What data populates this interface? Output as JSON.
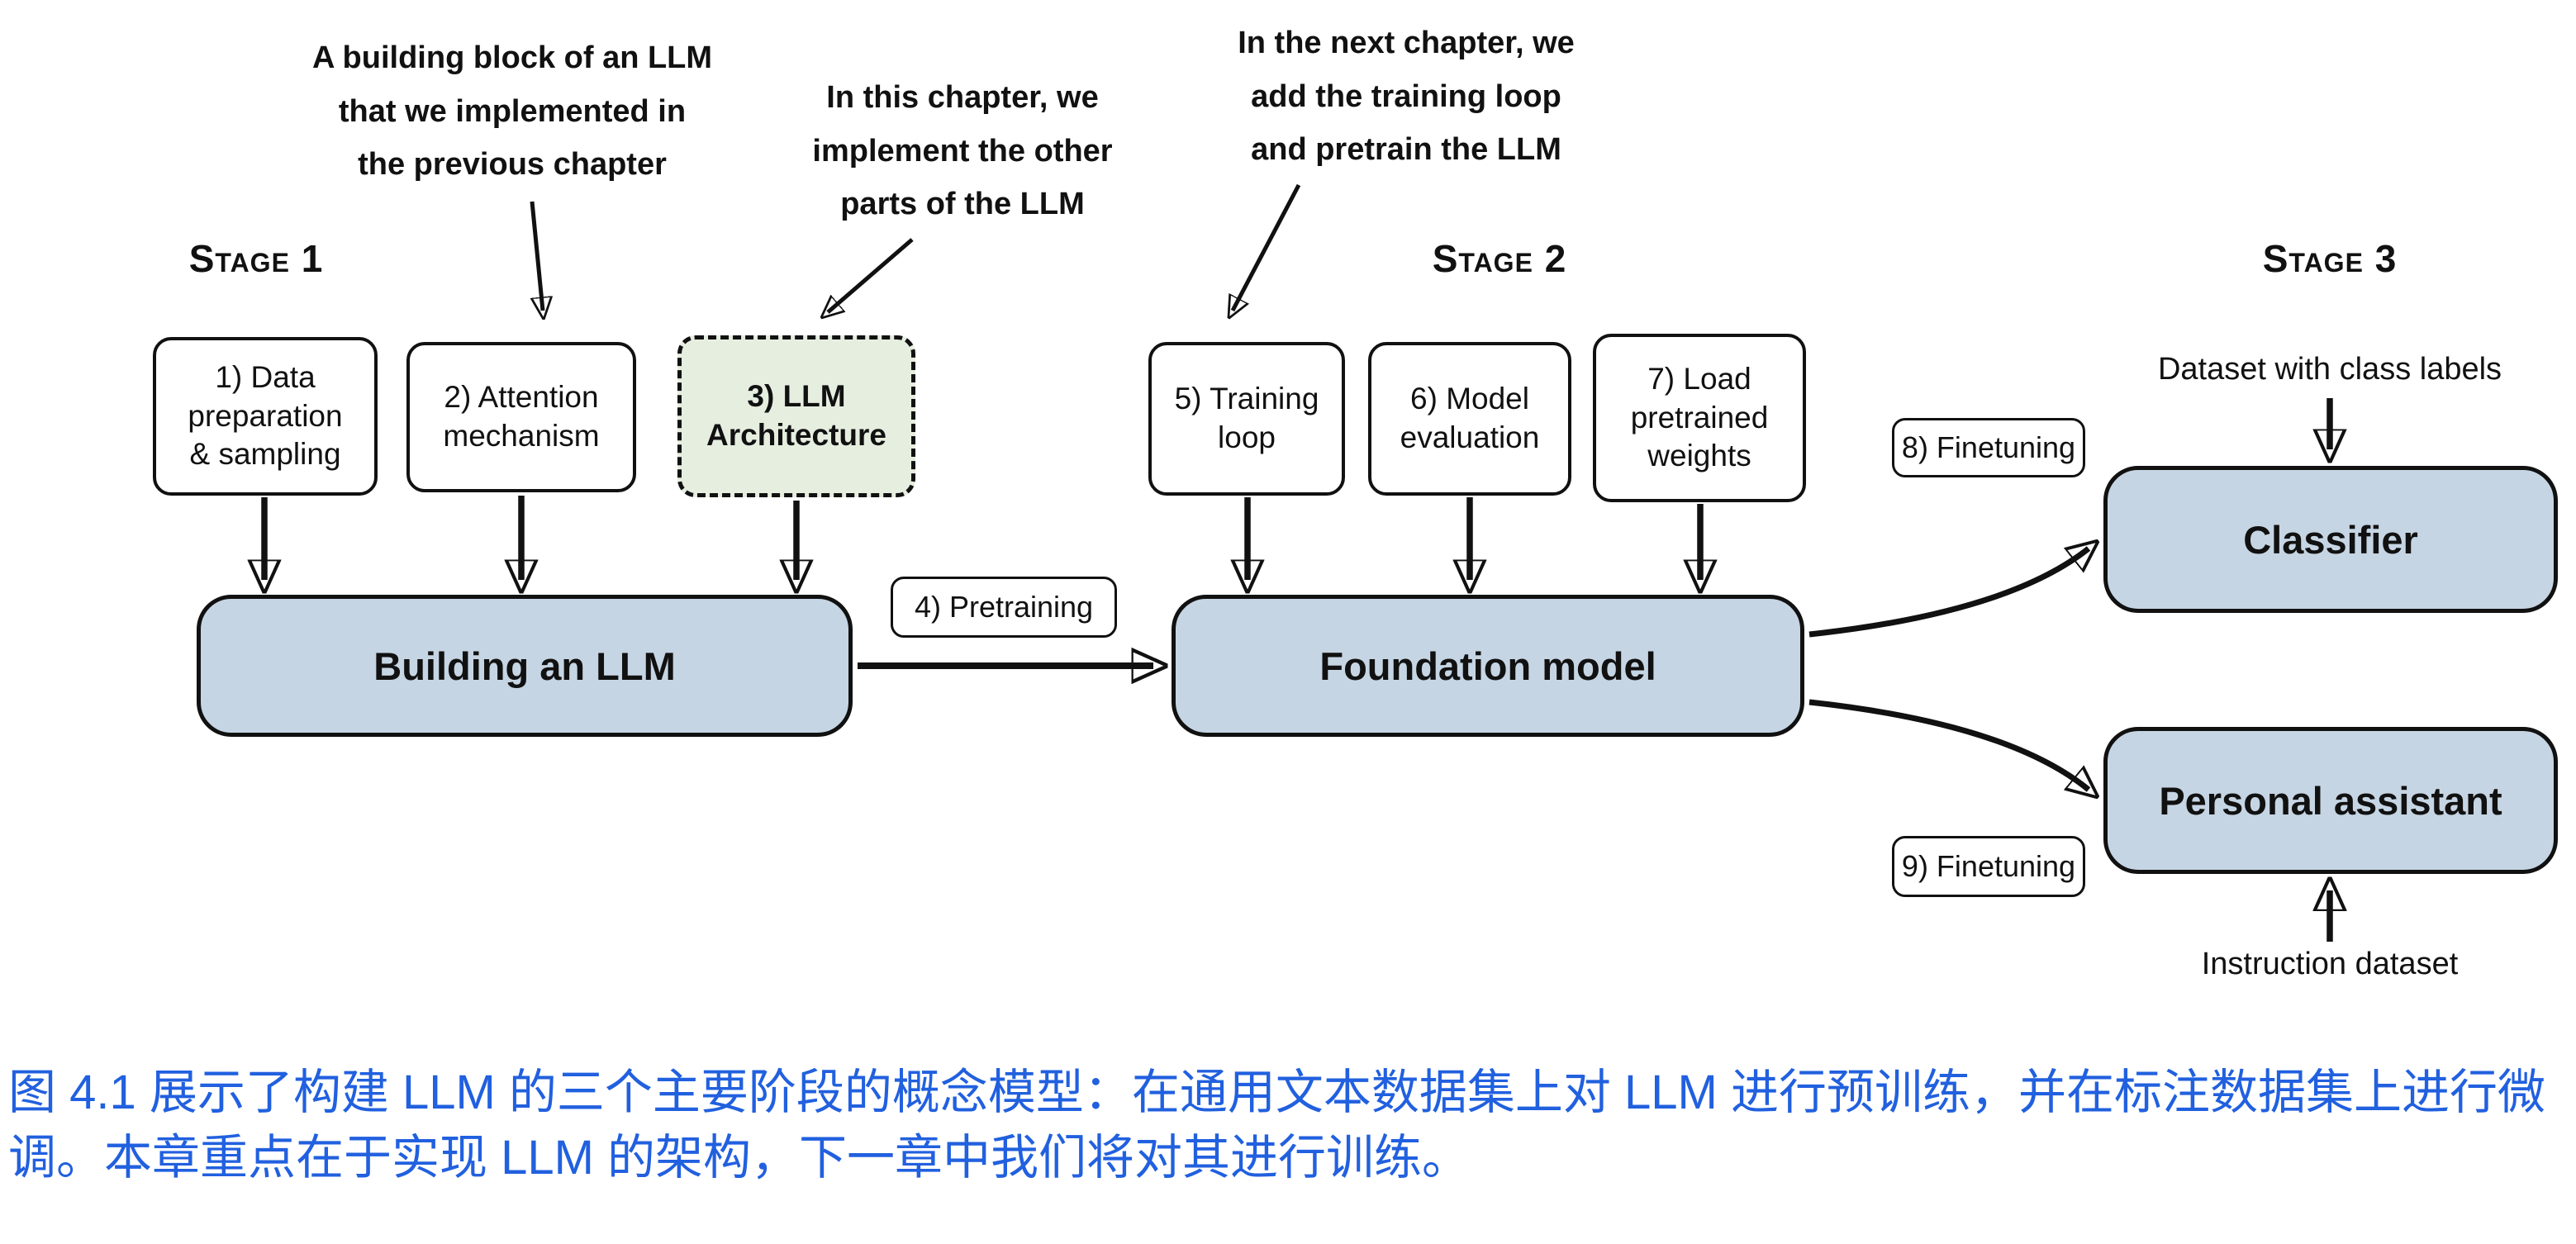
{
  "annotations": {
    "prev_chapter": "A building block of an LLM\nthat we implemented in\nthe previous chapter",
    "this_chapter": "In this chapter, we\nimplement the other\nparts of the LLM",
    "next_chapter": "In the next chapter, we\nadd the training loop\nand pretrain the LLM"
  },
  "stage_labels": {
    "stage1": "Stage 1",
    "stage2": "Stage 2",
    "stage3": "Stage 3"
  },
  "steps": {
    "data_prep": "1) Data\npreparation\n& sampling",
    "attention": "2) Attention\nmechanism",
    "architecture": "3) LLM\nArchitecture",
    "pretraining": "4) Pretraining",
    "training_loop": "5) Training\nloop",
    "evaluation": "6) Model\nevaluation",
    "weights": "7) Load\npretrained\nweights",
    "finetune_classifier": "8) Finetuning",
    "finetune_assistant": "9) Finetuning"
  },
  "models": {
    "building": "Building an LLM",
    "foundation": "Foundation model",
    "classifier": "Classifier",
    "assistant": "Personal assistant"
  },
  "datasets": {
    "class_labels": "Dataset with class labels",
    "instruction": "Instruction dataset"
  },
  "caption": "图 4.1 展示了构建 LLM 的三个主要阶段的概念模型：在通用文本数据集上对 LLM 进行预训练，并在标注数据集上进行微调。本章重点在于实现 LLM 的架构，下一章中我们将对其进行训练。",
  "colors": {
    "model_box_fill": "#c6d5e3",
    "highlight_box_fill": "#e6eee0",
    "caption_text": "#2160df",
    "stroke": "#111111"
  }
}
